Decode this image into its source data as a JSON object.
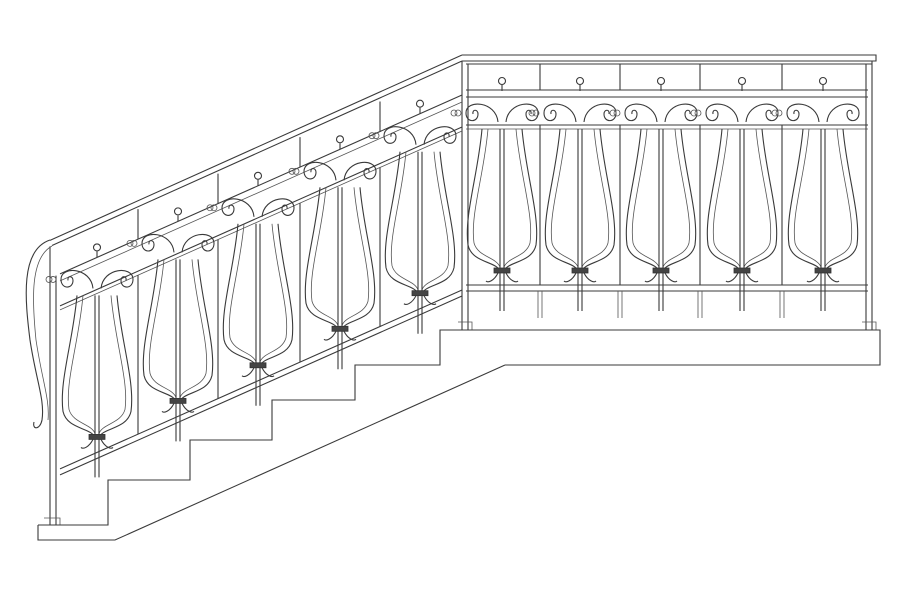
{
  "drawing": {
    "subject": "railing-elevation",
    "level_panels": 5,
    "stair_panels": 5,
    "stair_steps": 5
  },
  "colors": {
    "stroke": "#3a3a3a",
    "band": "#444444",
    "background": "#ffffff"
  }
}
